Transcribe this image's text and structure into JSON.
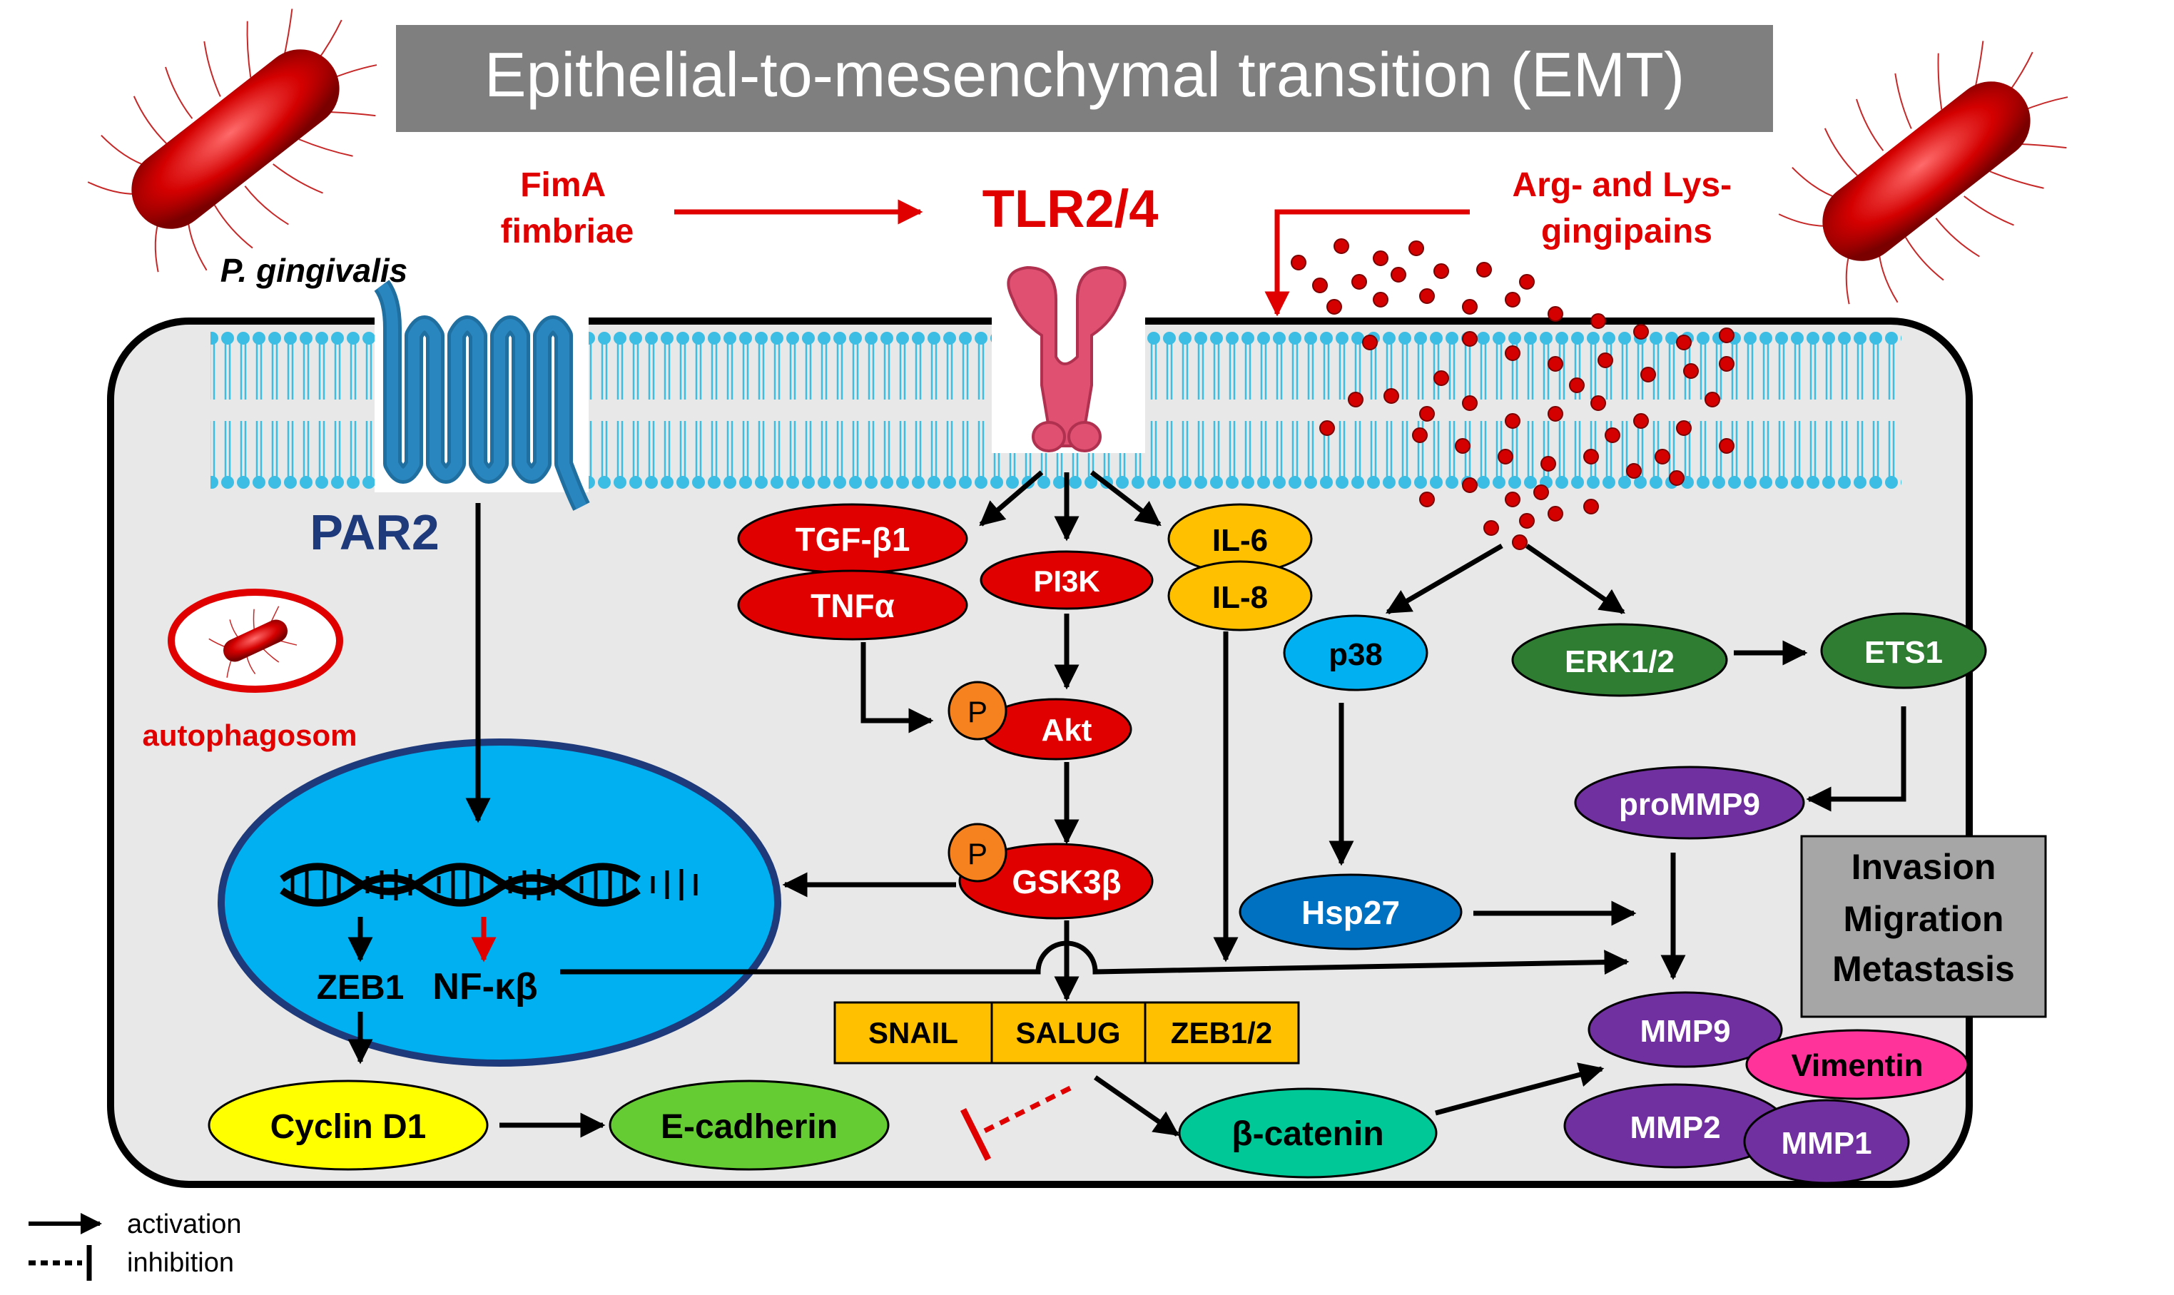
{
  "title": "Epithelial-to-mesenchymal transition (EMT)",
  "bacterium_label": "P. gingivalis",
  "fima_label": [
    "FimA",
    "fimbriae"
  ],
  "tlr_label": "TLR2/4",
  "gingipains_label": [
    "Arg- and Lys-",
    "gingipains"
  ],
  "par2_label": "PAR2",
  "autophagosome_label": "autophagosom",
  "nodes": {
    "tgf": "TGF-β1",
    "tnf": "TNFα",
    "pi3k": "PI3K",
    "il6": "IL-6",
    "il8": "IL-8",
    "p_akt": "P",
    "akt": "Akt",
    "p_gsk": "P",
    "gsk3b": "GSK3β",
    "p38": "p38",
    "erk": "ERK1/2",
    "ets1": "ETS1",
    "prommp9": "proMMP9",
    "hsp27": "Hsp27",
    "zeb1": "ZEB1",
    "nfkb": "NF-κβ",
    "snail": "SNAIL",
    "salug": "SALUG",
    "zeb12": "ZEB1/2",
    "cyclin": "Cyclin D1",
    "ecad": "E-cadherin",
    "bcat": "β-catenin",
    "mmp9": "MMP9",
    "vimentin": "Vimentin",
    "mmp2": "MMP2",
    "mmp1": "MMP1"
  },
  "outcome_box": [
    "Invasion",
    "Migration",
    "Metastasis"
  ],
  "legend": {
    "activation": "activation",
    "inhibition": "inhibition"
  },
  "colors": {
    "red": "#e00000",
    "orange": "#f5821f",
    "yellow": "#ffc000",
    "blue": "#00b0f0",
    "dark_blue": "#0070c0",
    "green": "#2e7d32",
    "purple": "#7030a0",
    "pink": "#ff3399",
    "teal": "#00c896",
    "lime": "#66cc33",
    "cell": "#e8e8e8",
    "membrane": "#3cbde4",
    "navy": "#1f3a7a"
  }
}
